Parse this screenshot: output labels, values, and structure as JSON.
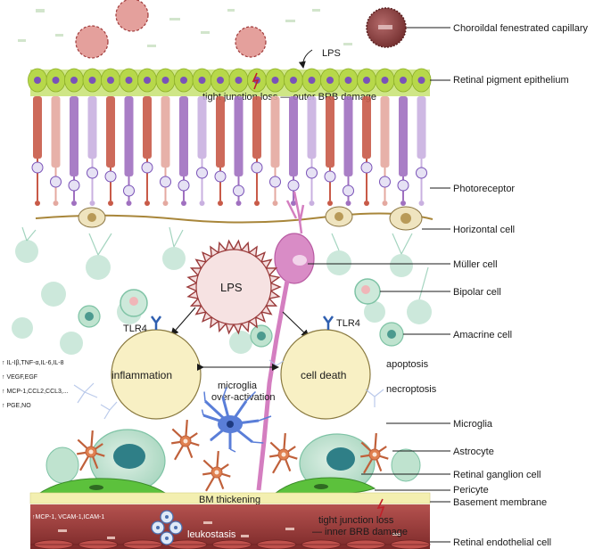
{
  "labels": {
    "capillary": "Choroildal fenestrated capillary",
    "rpe": "Retinal pigment epithelium",
    "photoreceptor": "Photoreceptor",
    "horizontal": "Horizontal cell",
    "muller": "Müller cell",
    "bipolar": "Bipolar cell",
    "amacrine": "Amacrine cell",
    "microglia": "Microglia",
    "astrocyte": "Astrocyte",
    "rgc": "Retinal ganglion cell",
    "pericyte": "Pericyte",
    "basement": "Basement membrane",
    "endothelial": "Retinal endothelial cell"
  },
  "inner": {
    "lps_top": "LPS",
    "outer_brb": "tight junction loss — outer BRB damage",
    "lps_center": "LPS",
    "tlr4_left": "TLR4",
    "tlr4_right": "TLR4",
    "inflammation": "inflammation",
    "cell_death": "cell death",
    "apoptosis": "apoptosis",
    "necroptosis": "necroptosis",
    "microglia_act_1": "microglia",
    "microglia_act_2": "over-activation",
    "bm_thickening": "BM thickening",
    "tj_loss_1": "tight junction loss",
    "tj_loss_2": "— inner BRB damage",
    "leukostasis": "leukostasis",
    "mcp_vcam": "↑MCP-1, VCAM-1,ICAM-1"
  },
  "cytokines": [
    "↑ IL-Iβ,TNF-α,IL-6,IL-8",
    "↑ VEGF,EGF",
    "↑ MCP-1,CCL2,CCL3,...",
    "↑ PGE,NO"
  ],
  "colors": {
    "rpe_green": "#b7d84a",
    "rod_purple": "#a070c0",
    "cone_red": "#c85a48",
    "cone_pink": "#e4a9a0",
    "muller_pink": "#d47ec0",
    "neuron_green": "#7ec3a5",
    "membrane_yellow": "#f3efb0",
    "vessel_red": "#9c3a3a",
    "microglia_blue": "#5a7ed8",
    "astrocyte_orange": "#c0603a",
    "pericyte_green": "#5cc13c",
    "circle_fill": "#f8f0c4",
    "lps_fill": "#f4dede"
  }
}
